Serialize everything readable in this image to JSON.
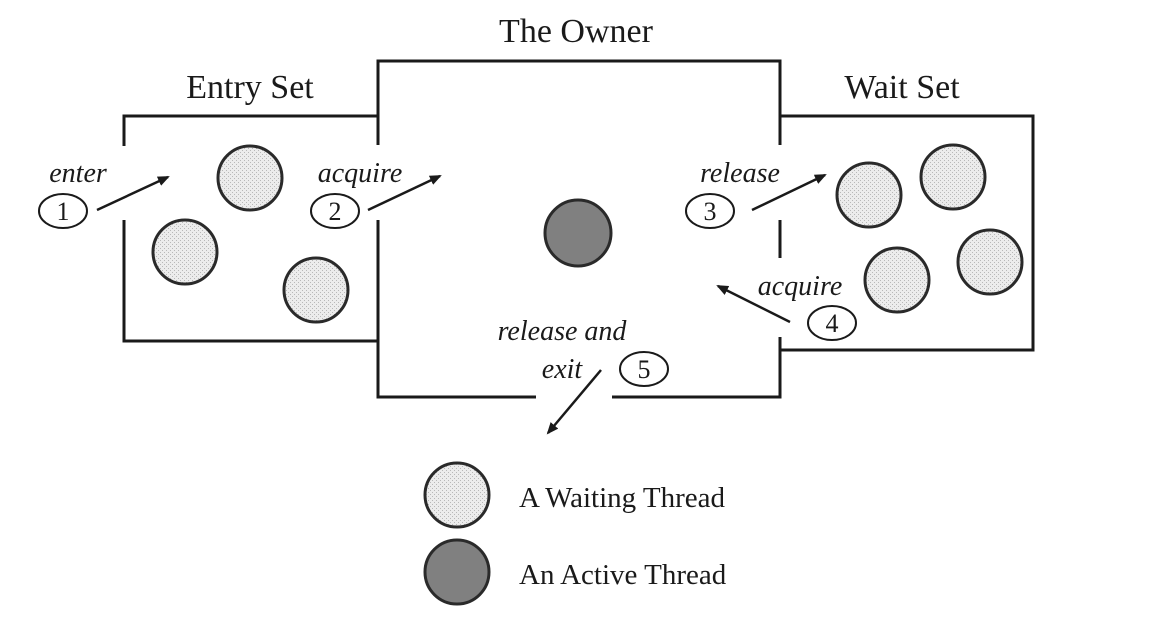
{
  "diagram": {
    "regions": {
      "entry_set": {
        "title": "Entry Set"
      },
      "owner": {
        "title": "The Owner"
      },
      "wait_set": {
        "title": "Wait Set"
      }
    },
    "transitions": [
      {
        "step": "1",
        "label": "enter"
      },
      {
        "step": "2",
        "label": "acquire"
      },
      {
        "step": "3",
        "label": "release"
      },
      {
        "step": "4",
        "label": "acquire"
      },
      {
        "step": "5",
        "label_line1": "release and",
        "label_line2": "exit"
      }
    ],
    "thread_counts": {
      "entry_set_waiting": 3,
      "owner_active": 1,
      "wait_set_waiting": 4
    },
    "legend": [
      {
        "type": "waiting",
        "label": "A Waiting Thread"
      },
      {
        "type": "active",
        "label": "An Active Thread"
      }
    ],
    "colors": {
      "waiting_fill": "#e4e4e4",
      "active_fill": "#808080",
      "line": "#1a1a1a"
    }
  }
}
